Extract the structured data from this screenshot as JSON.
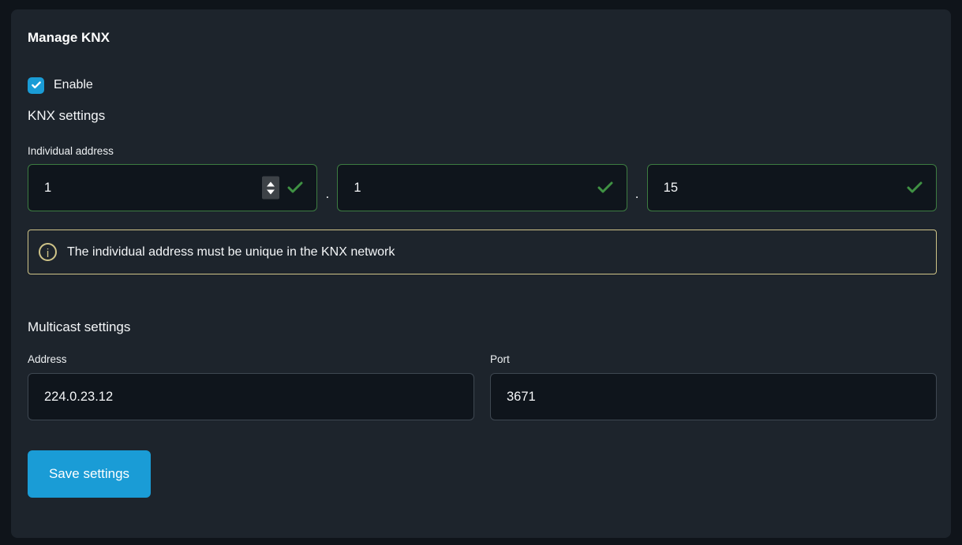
{
  "page": {
    "title": "Manage KNX"
  },
  "enable": {
    "label": "Enable",
    "checked": true
  },
  "knx": {
    "heading": "KNX settings",
    "individual_address": {
      "label": "Individual address",
      "parts": [
        "1",
        "1",
        "15"
      ],
      "separator": "."
    },
    "info_message": "The individual address must be unique in the KNX network",
    "info_icon_glyph": "i"
  },
  "multicast": {
    "heading": "Multicast settings",
    "address": {
      "label": "Address",
      "value": "224.0.23.12"
    },
    "port": {
      "label": "Port",
      "value": "3671"
    }
  },
  "actions": {
    "save_label": "Save settings"
  },
  "colors": {
    "accent_blue": "#1a9cd6",
    "valid_green_border": "#3d7c41",
    "valid_green_check": "#3f9143",
    "info_khaki": "#cfc488",
    "card_background": "#1d242c",
    "page_background": "#0f141a",
    "input_background": "#0f151c"
  }
}
